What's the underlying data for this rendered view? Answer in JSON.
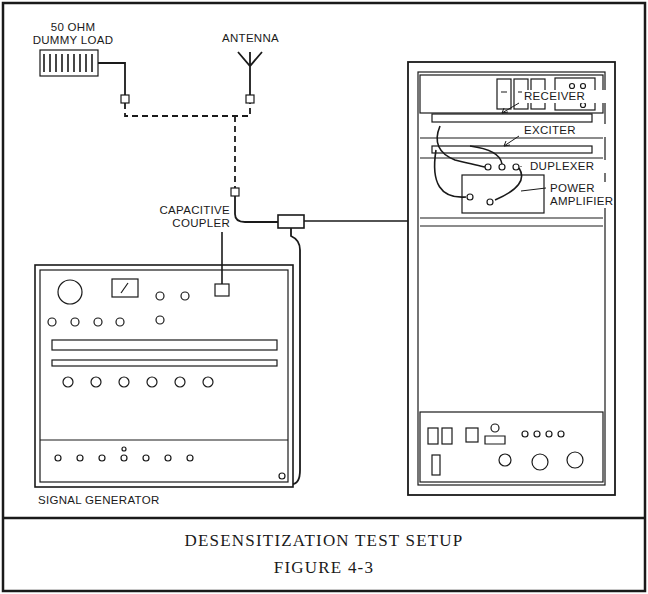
{
  "diagram": {
    "title": "DESENSITIZATION TEST SETUP",
    "caption": "FIGURE 4-3",
    "labels": [
      "50 OHM DUMMY LOAD",
      "ANTENNA",
      "RECEIVER",
      "EXCITER",
      "DUPLEXER",
      "POWER AMPLIFIER",
      "CAPACITIVE COUPLER",
      "SIGNAL GENERATOR"
    ]
  }
}
